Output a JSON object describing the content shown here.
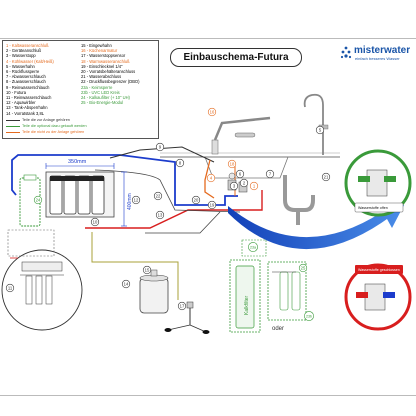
{
  "title": "Einbauschema-Futura",
  "logo": {
    "brand": "misterwater",
    "tagline": "einfach besseres Wasser"
  },
  "legend": {
    "col1": [
      {
        "text": "1 - Kaltwasseranschluß",
        "color": "orange"
      },
      {
        "text": "2 - Geräteanschluß",
        "color": "black"
      },
      {
        "text": "3 - Wasserstopp",
        "color": "black"
      },
      {
        "text": "4 - Kühlwasser (Kalt/Heiß)",
        "color": "orange"
      },
      {
        "text": "5 - Wasserhahn",
        "color": "black"
      },
      {
        "text": "6 - Rückflussperre",
        "color": "black"
      },
      {
        "text": "7 - Abwasserschlauch",
        "color": "black"
      },
      {
        "text": "8 - Zuwasserschlauch",
        "color": "black"
      },
      {
        "text": "9 - Reinwasserschlauch",
        "color": "black"
      },
      {
        "text": "10 - Futura",
        "color": "black"
      },
      {
        "text": "11 - Reinwasserschlauch",
        "color": "black"
      },
      {
        "text": "12 - Aquawirbler",
        "color": "black"
      },
      {
        "text": "13 - Tank-Absperrhahn",
        "color": "black"
      },
      {
        "text": "14 - Vorratstank 3,8L",
        "color": "black"
      }
    ],
    "col2": [
      {
        "text": "15 - Eingewhahn",
        "color": "black"
      },
      {
        "text": "16 - Küchenarmatur",
        "color": "orange"
      },
      {
        "text": "17 - Wasserstoppsensor",
        "color": "black"
      },
      {
        "text": "18 - Warmwasseranschluß",
        "color": "orange"
      },
      {
        "text": "19 - Einschlecknel 1/4\"",
        "color": "black"
      },
      {
        "text": "20 - Vorratsbehälteranschluss",
        "color": "black"
      },
      {
        "text": "21 - Wasserabschluss",
        "color": "black"
      },
      {
        "text": "22 - Druckflussbegrenzer (DBO)",
        "color": "black"
      },
      {
        "text": "23a - Keimsperre",
        "color": "green"
      },
      {
        "text": "23b - UVC LED Kreis",
        "color": "green"
      },
      {
        "text": "24 - Kalkaufilter (+ 10\" UH)",
        "color": "green"
      },
      {
        "text": "25 - Bio-Energie-Modul",
        "color": "green"
      }
    ],
    "keys": [
      {
        "text": "Teile die zur Anlage gehören",
        "color": "#333333"
      },
      {
        "text": "Teile die optional dazu gekauft werden",
        "color": "#3a9a3a"
      },
      {
        "text": "Teile die nicht zu der Anlage gehören",
        "color": "#e46a1e"
      }
    ]
  },
  "diagram": {
    "dimension_width": "350mm",
    "dimension_height": "400mm",
    "numbers": [
      "1",
      "2",
      "3",
      "4",
      "5",
      "6",
      "7",
      "8",
      "9",
      "10",
      "11",
      "12",
      "13",
      "14",
      "15",
      "16",
      "17",
      "18",
      "19",
      "20",
      "21",
      "22",
      "23a",
      "23b",
      "24",
      "25"
    ],
    "text_oder": "oder",
    "text_kalkstop": "Kalkfilter",
    "text_wasserstop_offen": "Wasserstoffe offen",
    "text_wasserstop_geschlossen": "Wasserstoffe geschlossen",
    "colors": {
      "cold": "#1c3ccc",
      "warm": "#d81e1e",
      "optional": "#3a9a3a",
      "notincluded": "#e46a1e",
      "pure": "#333333"
    }
  }
}
